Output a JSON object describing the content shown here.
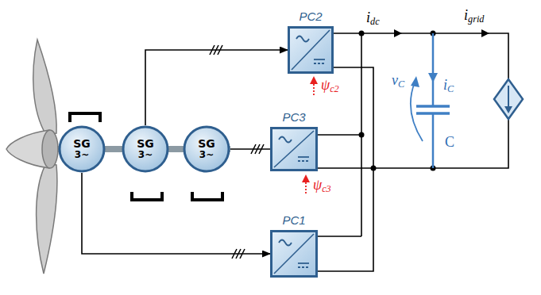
{
  "diagram": {
    "nodes": [
      {
        "text": [
          "SG",
          "3~"
        ]
      },
      {
        "text": [
          "SG",
          "3~"
        ]
      },
      {
        "text": [
          "SG",
          "3~"
        ]
      },
      {
        "text": [
          "PC2"
        ]
      },
      {
        "text": [
          "PC3"
        ]
      },
      {
        "text": [
          "PC1"
        ]
      }
    ],
    "edges": [
      {
        "from": 1,
        "to": 3,
        "arrow": "to"
      },
      {
        "from": 2,
        "to": 4,
        "arrow": "none"
      },
      {
        "from": 0,
        "to": 5,
        "arrow": "to"
      }
    ],
    "labels": [
      "idc",
      "igrid",
      "vC",
      "iC",
      "C",
      "ψc2",
      "ψc3"
    ]
  }
}
